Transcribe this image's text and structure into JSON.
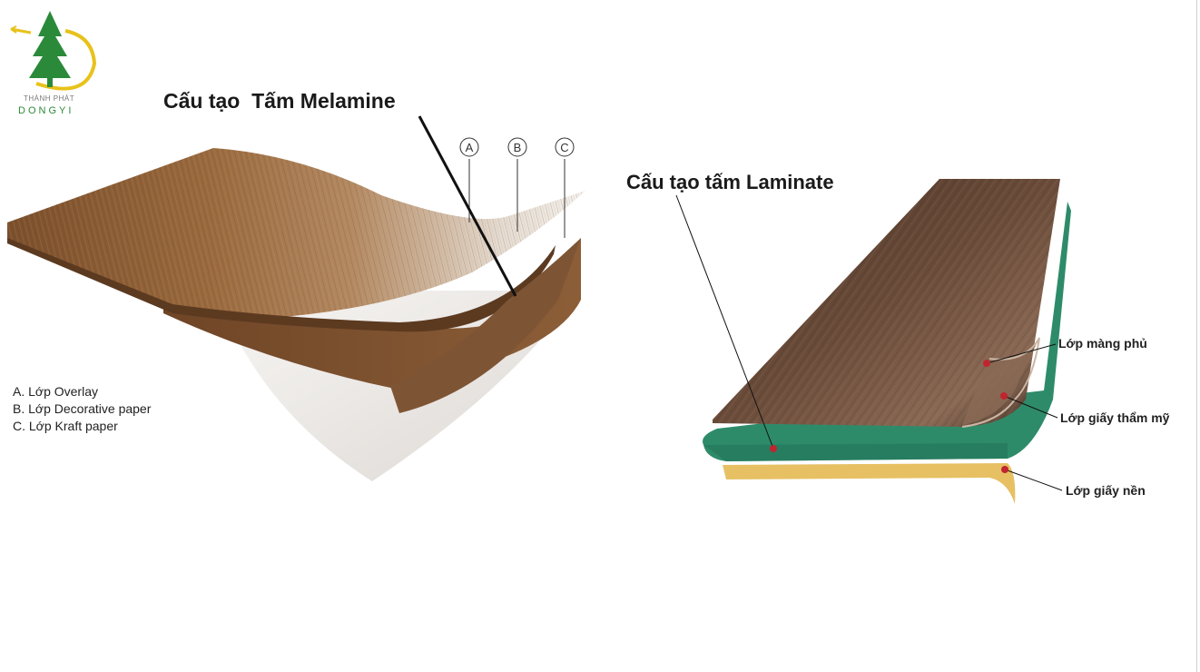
{
  "logo": {
    "line1": "THÀNH PHÁT",
    "line2": "DONGYI",
    "icon": "pine-tree-logo-icon"
  },
  "melamine": {
    "title": "Cấu tạo  Tấm Melamine",
    "markers": [
      "Ⓐ",
      "Ⓑ",
      "Ⓒ"
    ],
    "legend": [
      "A. Lớp Overlay",
      "B. Lớp Decorative paper",
      "C. Lớp Kraft paper"
    ]
  },
  "laminate": {
    "title": "Cấu tạo tấm Laminate",
    "labels": [
      "Lớp màng phủ",
      "Lớp giấy thẩm mỹ",
      "Lớp giấy nền"
    ]
  },
  "colors": {
    "wood_light": "#8a5a30",
    "wood_dark": "#4e3526",
    "kraft": "#7a5030",
    "core_green": "#2e8b6a",
    "base_yellow": "#e8c56a",
    "marker_red": "#c0252f"
  }
}
